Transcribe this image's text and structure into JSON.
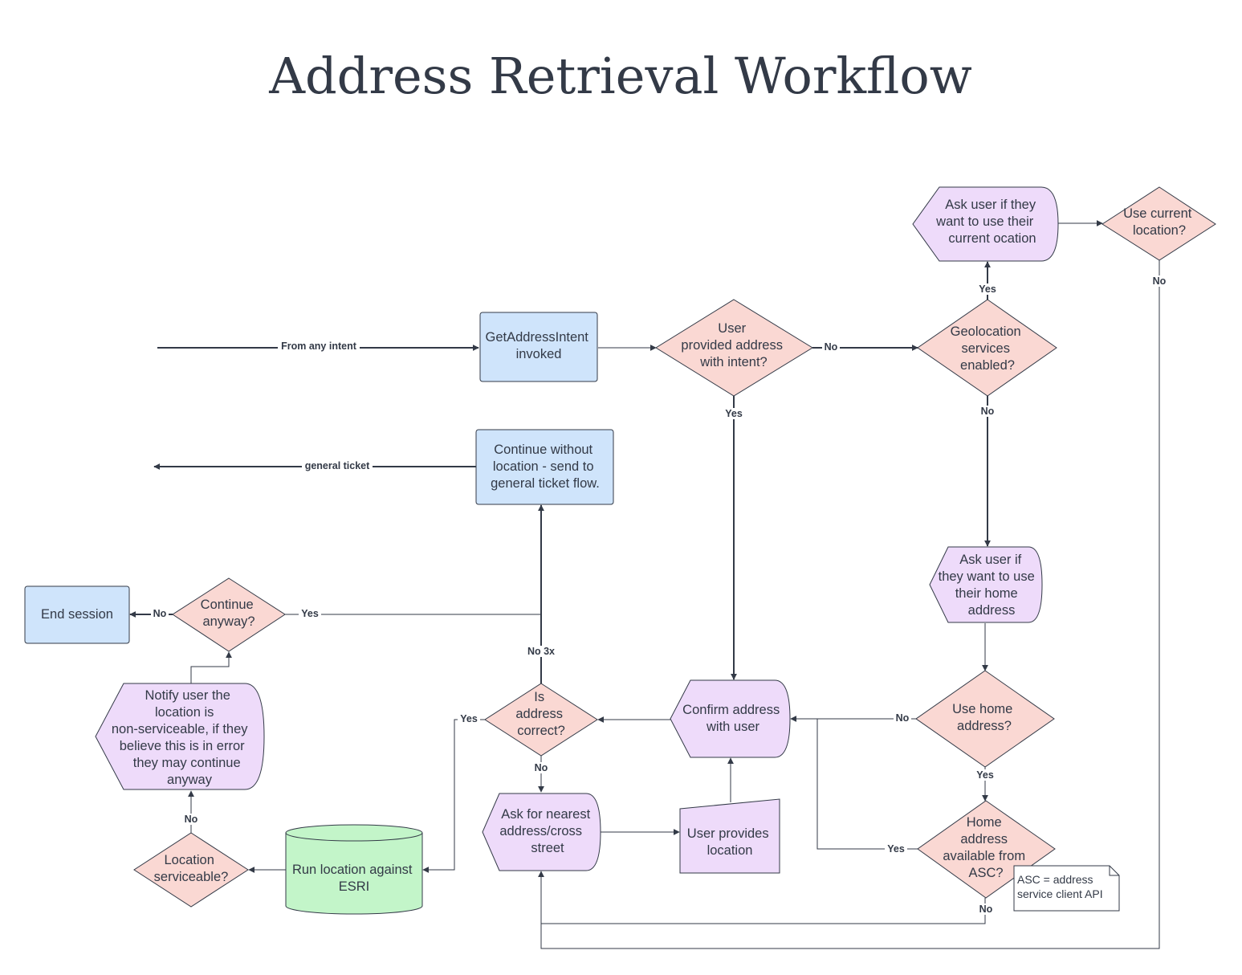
{
  "title": "Address Retrieval Workflow",
  "colors": {
    "process_blue": "#cfe4fb",
    "display_purple": "#eedbfa",
    "decision_pink": "#fad8d3",
    "database_green": "#c3f5c9",
    "line": "#333a47"
  },
  "nodes": {
    "get_address_intent": {
      "lines": [
        "GetAddressIntent",
        "invoked"
      ]
    },
    "user_provided_address": {
      "lines": [
        "User",
        "provided address",
        "with intent?"
      ]
    },
    "geolocation_enabled": {
      "lines": [
        "Geolocation",
        "services",
        "enabled?"
      ]
    },
    "ask_current_location": {
      "lines": [
        "Ask user if they",
        "want to use their",
        "current ocation"
      ]
    },
    "use_current_location": {
      "lines": [
        "Use current",
        "location?"
      ]
    },
    "continue_without_location": {
      "lines": [
        "Continue without",
        "location - send to",
        "general ticket flow."
      ]
    },
    "ask_home_address": {
      "lines": [
        "Ask user if",
        "they want to use",
        "their home",
        "address"
      ]
    },
    "use_home_address": {
      "lines": [
        "Use home",
        "address?"
      ]
    },
    "home_address_available": {
      "lines": [
        "Home",
        "address",
        "available from",
        "ASC?"
      ]
    },
    "confirm_address": {
      "lines": [
        "Confirm address",
        "with user"
      ]
    },
    "is_address_correct": {
      "lines": [
        "Is",
        "address",
        "correct?"
      ]
    },
    "ask_nearest_address": {
      "lines": [
        "Ask for nearest",
        "address/cross",
        "street"
      ]
    },
    "user_provides_location": {
      "lines": [
        "User provides",
        "location"
      ]
    },
    "run_location_esri": {
      "lines": [
        "Run location against",
        "ESRI"
      ]
    },
    "location_serviceable": {
      "lines": [
        "Location",
        "serviceable?"
      ]
    },
    "notify_non_serviceable": {
      "lines": [
        "Notify user the",
        "location is",
        "non-serviceable, if they",
        "believe this is in error",
        "they may continue",
        "anyway"
      ]
    },
    "continue_anyway": {
      "lines": [
        "Continue",
        "anyway?"
      ]
    },
    "end_session": {
      "lines": [
        "End session"
      ]
    }
  },
  "note": {
    "lines": [
      "ASC = address",
      "service client API"
    ]
  },
  "edge_labels": {
    "from_any_intent": "From any intent",
    "general_ticket": "general ticket",
    "user_provided_no": "No",
    "user_provided_yes": "Yes",
    "geolocation_yes": "Yes",
    "geolocation_no": "No",
    "use_current_no": "No",
    "use_home_no": "No",
    "use_home_yes": "Yes",
    "home_available_yes": "Yes",
    "home_available_no": "No",
    "address_correct_yes": "Yes",
    "address_correct_no": "No",
    "no_3x": "No 3x",
    "serviceable_no": "No",
    "continue_anyway_yes": "Yes",
    "continue_anyway_no": "No"
  }
}
